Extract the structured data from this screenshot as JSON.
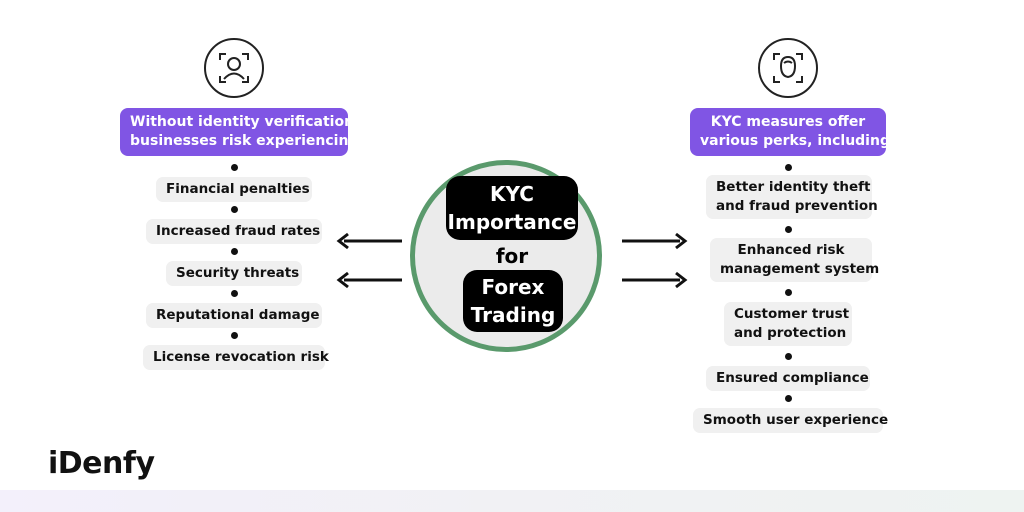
{
  "left": {
    "header": [
      "Without identity verification,",
      "businesses risk experiencing:"
    ],
    "icon": "user-scan-icon",
    "items": [
      "Financial penalties",
      "Increased fraud rates",
      "Security threats",
      "Reputational damage",
      "License revocation risk"
    ]
  },
  "center": {
    "line1": "KYC",
    "line2": "Importance",
    "line3": "for",
    "line4": "Forex",
    "line5": "Trading",
    "ring_color": "#5a9a6c"
  },
  "right": {
    "header": [
      "KYC measures offer",
      "various perks, including:"
    ],
    "icon": "face-scan-icon",
    "items": [
      [
        "Better identity theft",
        "and fraud prevention"
      ],
      [
        "Enhanced risk",
        "management system"
      ],
      [
        "Customer trust",
        "and protection"
      ],
      [
        "Ensured compliance"
      ],
      [
        "Smooth user experience"
      ]
    ]
  },
  "brand": {
    "logo": "iDenfy",
    "accent": "#8055e4"
  }
}
